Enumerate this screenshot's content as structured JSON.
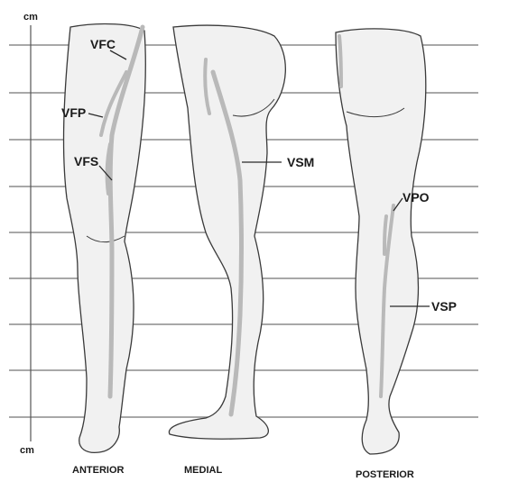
{
  "axis": {
    "top_unit": "cm",
    "bottom_unit": "cm"
  },
  "views": {
    "anterior": "ANTERIOR",
    "medial": "MEDIAL",
    "posterior": "POSTERIOR"
  },
  "veins": {
    "vfc": "VFC",
    "vfp": "VFP",
    "vfs": "VFS",
    "vsm": "VSM",
    "vpo": "VPO",
    "vsp": "VSP"
  },
  "colors": {
    "vein": "#b9b9b9",
    "outline": "#3a3a3a",
    "skin": "#f1f1f1",
    "grid": "#8c8c8c"
  }
}
